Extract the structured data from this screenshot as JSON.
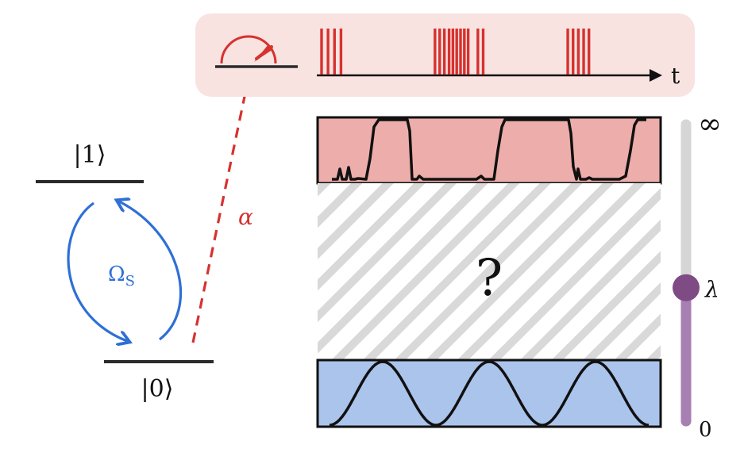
{
  "levels": {
    "excited_label": "|1⟩",
    "ground_label": "|0⟩"
  },
  "drive": {
    "rabi_label": "Ω",
    "rabi_subscript": "S",
    "color": "#2f6fd6"
  },
  "measurement": {
    "coupling_label": "α",
    "time_label": "t",
    "color": "#d6322f",
    "box_color": "#f8e3e1",
    "click_times_relative": [
      0.0,
      0.022,
      0.044,
      0.066,
      0.386,
      0.402,
      0.418,
      0.434,
      0.447,
      0.46,
      0.473,
      0.486,
      0.499,
      0.532,
      0.55,
      0.838,
      0.856,
      0.874,
      0.892,
      0.91
    ]
  },
  "regimes": {
    "zeno_panel_color": "#edadaa",
    "unknown_label": "?",
    "coherent_panel_color": "#aac4ec",
    "oscillation_periods": 3
  },
  "slider": {
    "top_label": "∞",
    "bottom_label": "0",
    "parameter_label": "λ",
    "value_fraction": 0.45,
    "track_color": "#d6d6d6",
    "fill_color": "#a77fb3",
    "knob_color": "#7e4b85"
  }
}
